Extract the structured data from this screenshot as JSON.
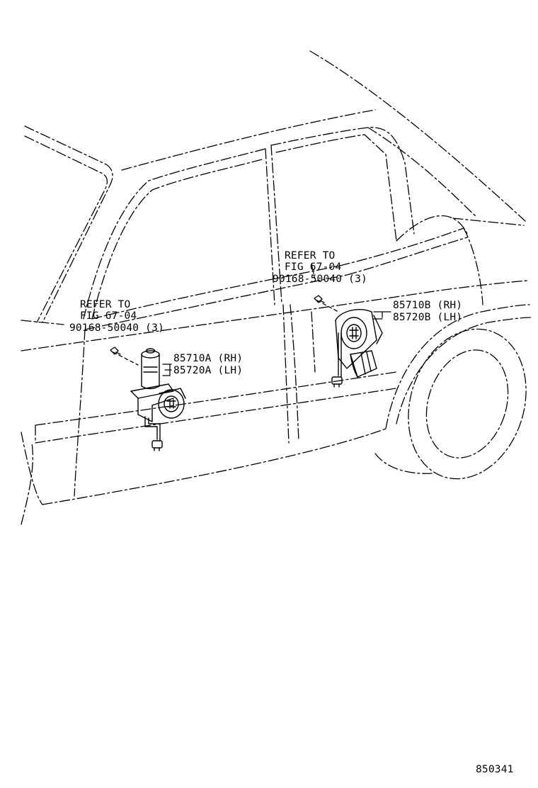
{
  "callouts": {
    "left": {
      "refer_line1": "REFER TO",
      "refer_line2": "FIG 67-04",
      "bolt_part": "90168-50040 (3)",
      "motor_rh": "85710A (RH)",
      "motor_lh": "85720A (LH)"
    },
    "right": {
      "refer_line1": "REFER TO",
      "refer_line2": "FIG 67-04",
      "bolt_part": "90168-50040 (3)",
      "motor_rh": "85710B (RH)",
      "motor_lh": "85720B (LH)"
    }
  },
  "figure_number": "850341"
}
